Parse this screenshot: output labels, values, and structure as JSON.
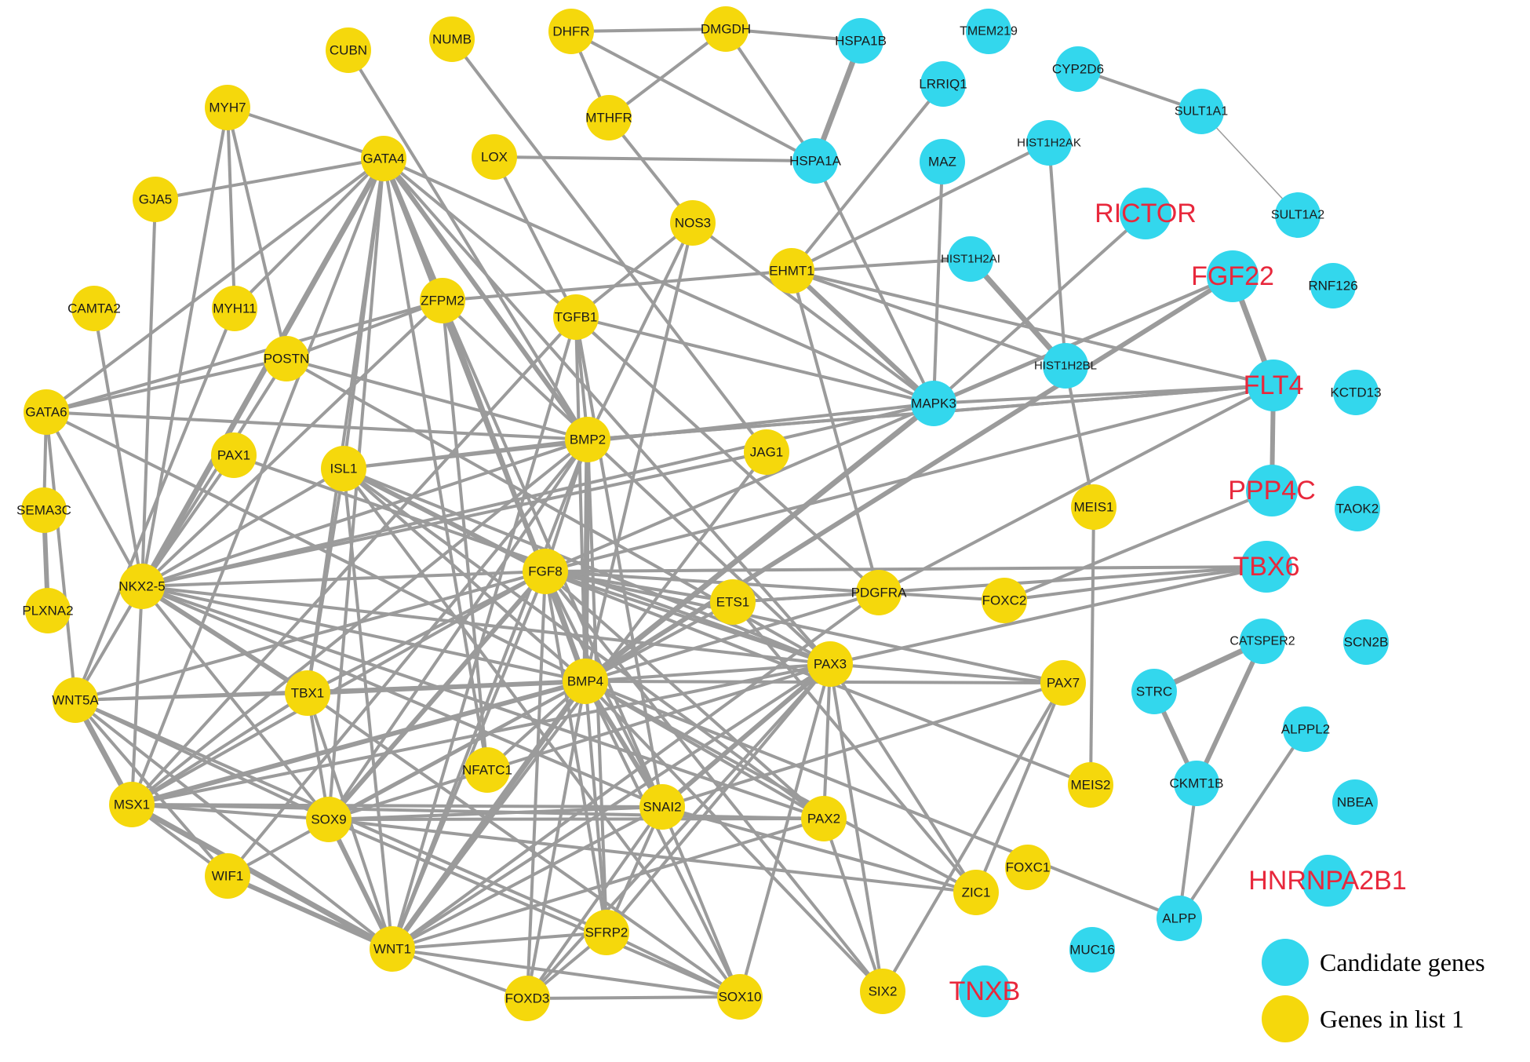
{
  "colors": {
    "candidate": "#33d7ed",
    "list1": "#f5d80c",
    "edge": "#9b9b9b",
    "highlight_text": "#e8283c",
    "normal_text": "#1a1a1a"
  },
  "legend": [
    {
      "label": "Candidate genes",
      "group": "candidate"
    },
    {
      "label": "Genes in list 1",
      "group": "list1"
    }
  ],
  "nodes": [
    {
      "id": "CUBN",
      "group": "list1"
    },
    {
      "id": "NUMB",
      "group": "list1"
    },
    {
      "id": "DHFR",
      "group": "list1"
    },
    {
      "id": "DMGDH",
      "group": "list1"
    },
    {
      "id": "HSPA1B",
      "group": "candidate"
    },
    {
      "id": "TMEM219",
      "group": "candidate"
    },
    {
      "id": "CYP2D6",
      "group": "candidate"
    },
    {
      "id": "LRRIQ1",
      "group": "candidate"
    },
    {
      "id": "SULT1A1",
      "group": "candidate"
    },
    {
      "id": "MYH7",
      "group": "list1"
    },
    {
      "id": "MTHFR",
      "group": "list1"
    },
    {
      "id": "LOX",
      "group": "list1"
    },
    {
      "id": "HSPA1A",
      "group": "candidate"
    },
    {
      "id": "MAZ",
      "group": "candidate"
    },
    {
      "id": "HIST1H2AK",
      "group": "candidate"
    },
    {
      "id": "GATA4",
      "group": "list1"
    },
    {
      "id": "GJA5",
      "group": "list1"
    },
    {
      "id": "NOS3",
      "group": "list1"
    },
    {
      "id": "RICTOR",
      "group": "candidate",
      "highlight": true
    },
    {
      "id": "SULT1A2",
      "group": "candidate"
    },
    {
      "id": "EHMT1",
      "group": "list1"
    },
    {
      "id": "HIST1H2AI",
      "group": "candidate"
    },
    {
      "id": "FGF22",
      "group": "candidate",
      "highlight": true
    },
    {
      "id": "RNF126",
      "group": "candidate"
    },
    {
      "id": "CAMTA2",
      "group": "list1"
    },
    {
      "id": "MYH11",
      "group": "list1"
    },
    {
      "id": "ZFPM2",
      "group": "list1"
    },
    {
      "id": "TGFB1",
      "group": "list1"
    },
    {
      "id": "POSTN",
      "group": "list1"
    },
    {
      "id": "HIST1H2BL",
      "group": "candidate"
    },
    {
      "id": "FLT4",
      "group": "candidate",
      "highlight": true
    },
    {
      "id": "MAPK3",
      "group": "candidate"
    },
    {
      "id": "KCTD13",
      "group": "candidate"
    },
    {
      "id": "GATA6",
      "group": "list1"
    },
    {
      "id": "BMP2",
      "group": "list1"
    },
    {
      "id": "JAG1",
      "group": "list1"
    },
    {
      "id": "PAX1",
      "group": "list1"
    },
    {
      "id": "ISL1",
      "group": "list1"
    },
    {
      "id": "PPP4C",
      "group": "candidate",
      "highlight": true
    },
    {
      "id": "MEIS1",
      "group": "list1"
    },
    {
      "id": "TAOK2",
      "group": "candidate"
    },
    {
      "id": "SEMA3C",
      "group": "list1"
    },
    {
      "id": "FGF8",
      "group": "list1"
    },
    {
      "id": "TBX6",
      "group": "candidate",
      "highlight": true
    },
    {
      "id": "NKX2-5",
      "group": "list1"
    },
    {
      "id": "ETS1",
      "group": "list1"
    },
    {
      "id": "PDGFRA",
      "group": "list1"
    },
    {
      "id": "FOXC2",
      "group": "list1"
    },
    {
      "id": "PLXNA2",
      "group": "list1"
    },
    {
      "id": "CATSPER2",
      "group": "candidate"
    },
    {
      "id": "SCN2B",
      "group": "candidate"
    },
    {
      "id": "PAX3",
      "group": "list1"
    },
    {
      "id": "STRC",
      "group": "candidate"
    },
    {
      "id": "WNT5A",
      "group": "list1"
    },
    {
      "id": "TBX1",
      "group": "list1"
    },
    {
      "id": "BMP4",
      "group": "list1"
    },
    {
      "id": "PAX7",
      "group": "list1"
    },
    {
      "id": "ALPPL2",
      "group": "candidate"
    },
    {
      "id": "NFATC1",
      "group": "list1"
    },
    {
      "id": "MEIS2",
      "group": "list1"
    },
    {
      "id": "CKMT1B",
      "group": "candidate"
    },
    {
      "id": "MSX1",
      "group": "list1"
    },
    {
      "id": "SNAI2",
      "group": "list1"
    },
    {
      "id": "SOX9",
      "group": "list1"
    },
    {
      "id": "PAX2",
      "group": "list1"
    },
    {
      "id": "NBEA",
      "group": "candidate"
    },
    {
      "id": "FOXC1",
      "group": "list1"
    },
    {
      "id": "WIF1",
      "group": "list1"
    },
    {
      "id": "HNRNPA2B1",
      "group": "candidate",
      "highlight": true
    },
    {
      "id": "ZIC1",
      "group": "list1"
    },
    {
      "id": "ALPP",
      "group": "candidate"
    },
    {
      "id": "SFRP2",
      "group": "list1"
    },
    {
      "id": "WNT1",
      "group": "list1"
    },
    {
      "id": "MUC16",
      "group": "candidate"
    },
    {
      "id": "TNXB",
      "group": "candidate",
      "highlight": true
    },
    {
      "id": "FOXD3",
      "group": "list1"
    },
    {
      "id": "SOX10",
      "group": "list1"
    },
    {
      "id": "SIX2",
      "group": "list1"
    }
  ],
  "edges": [
    [
      "DHFR",
      "DMGDH"
    ],
    [
      "DHFR",
      "MTHFR"
    ],
    [
      "DHFR",
      "HSPA1A"
    ],
    [
      "DMGDH",
      "MTHFR"
    ],
    [
      "DMGDH",
      "HSPA1B"
    ],
    [
      "DMGDH",
      "HSPA1A"
    ],
    [
      "HSPA1B",
      "HSPA1A"
    ],
    [
      "HSPA1A",
      "LOX"
    ],
    [
      "HSPA1A",
      "MAPK3"
    ],
    [
      "MTHFR",
      "NOS3"
    ],
    [
      "CYP2D6",
      "SULT1A1"
    ],
    [
      "SULT1A1",
      "SULT1A2"
    ],
    [
      "LRRIQ1",
      "EHMT1"
    ],
    [
      "HIST1H2AK",
      "EHMT1"
    ],
    [
      "HIST1H2AK",
      "HIST1H2BL"
    ],
    [
      "MAZ",
      "MAPK3"
    ],
    [
      "EHMT1",
      "HIST1H2AI"
    ],
    [
      "EHMT1",
      "MAPK3"
    ],
    [
      "EHMT1",
      "FLT4"
    ],
    [
      "EHMT1",
      "HIST1H2BL"
    ],
    [
      "EHMT1",
      "PDGFRA"
    ],
    [
      "HIST1H2AI",
      "HIST1H2BL"
    ],
    [
      "RICTOR",
      "MAPK3"
    ],
    [
      "FGF22",
      "FLT4"
    ],
    [
      "FGF22",
      "MAPK3"
    ],
    [
      "FGF22",
      "BMP4"
    ],
    [
      "FGF22",
      "FGF8"
    ],
    [
      "FLT4",
      "PPP4C"
    ],
    [
      "FLT4",
      "MAPK3"
    ],
    [
      "FLT4",
      "BMP2"
    ],
    [
      "FLT4",
      "PDGFRA"
    ],
    [
      "FLT4",
      "FGF8"
    ],
    [
      "HIST1H2BL",
      "MEIS1"
    ],
    [
      "MEIS1",
      "MEIS2"
    ],
    [
      "MAPK3",
      "BMP4"
    ],
    [
      "MAPK3",
      "TGFB1"
    ],
    [
      "MAPK3",
      "NOS3"
    ],
    [
      "MAPK3",
      "ISL1"
    ],
    [
      "MAPK3",
      "NKX2-5"
    ],
    [
      "TBX6",
      "FGF8"
    ],
    [
      "TBX6",
      "PAX3"
    ],
    [
      "TBX6",
      "ETS1"
    ],
    [
      "TBX6",
      "FOXC2"
    ],
    [
      "PPP4C",
      "FOXC2"
    ],
    [
      "CATSPER2",
      "STRC"
    ],
    [
      "CATSPER2",
      "CKMT1B"
    ],
    [
      "STRC",
      "CKMT1B"
    ],
    [
      "CKMT1B",
      "ALPP"
    ],
    [
      "ALPPL2",
      "ALPP"
    ],
    [
      "ALPP",
      "BMP4"
    ],
    [
      "MYH7",
      "GATA4"
    ],
    [
      "MYH7",
      "MYH11"
    ],
    [
      "MYH7",
      "POSTN"
    ],
    [
      "MYH7",
      "NKX2-5"
    ],
    [
      "GJA5",
      "GATA4"
    ],
    [
      "GJA5",
      "NKX2-5"
    ],
    [
      "CUBN",
      "BMP2"
    ],
    [
      "NUMB",
      "JAG1"
    ],
    [
      "LOX",
      "TGFB1"
    ],
    [
      "NOS3",
      "TGFB1"
    ],
    [
      "NOS3",
      "BMP2"
    ],
    [
      "NOS3",
      "BMP4"
    ],
    [
      "GATA4",
      "ZFPM2"
    ],
    [
      "GATA4",
      "TGFB1"
    ],
    [
      "GATA4",
      "BMP2"
    ],
    [
      "GATA4",
      "BMP4"
    ],
    [
      "GATA4",
      "NKX2-5"
    ],
    [
      "GATA4",
      "GATA6"
    ],
    [
      "GATA4",
      "ISL1"
    ],
    [
      "GATA4",
      "TBX1"
    ],
    [
      "GATA4",
      "FGF8"
    ],
    [
      "GATA4",
      "MAPK3"
    ],
    [
      "GATA4",
      "MSX1"
    ],
    [
      "GATA4",
      "SOX9"
    ],
    [
      "GATA4",
      "PAX3"
    ],
    [
      "GATA4",
      "MYH11"
    ],
    [
      "GATA4",
      "NFATC1"
    ],
    [
      "CAMTA2",
      "NKX2-5"
    ],
    [
      "MYH11",
      "WNT5A"
    ],
    [
      "ZFPM2",
      "GATA6"
    ],
    [
      "ZFPM2",
      "EHMT1"
    ],
    [
      "ZFPM2",
      "NKX2-5"
    ],
    [
      "ZFPM2",
      "BMP4"
    ],
    [
      "ZFPM2",
      "SNAI2"
    ],
    [
      "ZFPM2",
      "PAX3"
    ],
    [
      "ZFPM2",
      "NFATC1"
    ],
    [
      "TGFB1",
      "BMP2"
    ],
    [
      "TGFB1",
      "BMP4"
    ],
    [
      "TGFB1",
      "PDGFRA"
    ],
    [
      "TGFB1",
      "MSX1"
    ],
    [
      "TGFB1",
      "SNAI2"
    ],
    [
      "TGFB1",
      "WNT1"
    ],
    [
      "POSTN",
      "GATA6"
    ],
    [
      "POSTN",
      "BMP2"
    ],
    [
      "POSTN",
      "ZFPM2"
    ],
    [
      "POSTN",
      "NKX2-5"
    ],
    [
      "POSTN",
      "PAX3"
    ],
    [
      "GATA6",
      "SEMA3C"
    ],
    [
      "GATA6",
      "NKX2-5"
    ],
    [
      "GATA6",
      "BMP2"
    ],
    [
      "GATA6",
      "WNT5A"
    ],
    [
      "GATA6",
      "BMP4"
    ],
    [
      "SEMA3C",
      "PLXNA2"
    ],
    [
      "BMP2",
      "BMP4"
    ],
    [
      "BMP2",
      "FGF8"
    ],
    [
      "BMP2",
      "NKX2-5"
    ],
    [
      "BMP2",
      "MSX1"
    ],
    [
      "BMP2",
      "SOX9"
    ],
    [
      "BMP2",
      "WNT1"
    ],
    [
      "BMP2",
      "ISL1"
    ],
    [
      "BMP2",
      "SFRP2"
    ],
    [
      "BMP2",
      "FLT4"
    ],
    [
      "BMP2",
      "WIF1"
    ],
    [
      "JAG1",
      "NKX2-5"
    ],
    [
      "JAG1",
      "WNT1"
    ],
    [
      "PAX1",
      "NKX2-5"
    ],
    [
      "PAX1",
      "PAX3"
    ],
    [
      "ISL1",
      "NKX2-5"
    ],
    [
      "ISL1",
      "FGF8"
    ],
    [
      "ISL1",
      "BMP4"
    ],
    [
      "ISL1",
      "TBX1"
    ],
    [
      "ISL1",
      "SOX10"
    ],
    [
      "ISL1",
      "WNT1"
    ],
    [
      "ISL1",
      "PAX2"
    ],
    [
      "ISL1",
      "PAX3"
    ],
    [
      "FGF8",
      "BMP4"
    ],
    [
      "FGF8",
      "TBX1"
    ],
    [
      "FGF8",
      "NKX2-5"
    ],
    [
      "FGF8",
      "SOX9"
    ],
    [
      "FGF8",
      "WNT1"
    ],
    [
      "FGF8",
      "PAX3"
    ],
    [
      "FGF8",
      "PAX2"
    ],
    [
      "FGF8",
      "MSX1"
    ],
    [
      "FGF8",
      "ETS1"
    ],
    [
      "FGF8",
      "SFRP2"
    ],
    [
      "FGF8",
      "SNAI2"
    ],
    [
      "FGF8",
      "SIX2"
    ],
    [
      "FGF8",
      "PAX7"
    ],
    [
      "FGF8",
      "FOXD3"
    ],
    [
      "FGF8",
      "MEIS2"
    ],
    [
      "FGF8",
      "FOXC2"
    ],
    [
      "FGF8",
      "WNT5A"
    ],
    [
      "NKX2-5",
      "TBX1"
    ],
    [
      "NKX2-5",
      "BMP4"
    ],
    [
      "NKX2-5",
      "WNT5A"
    ],
    [
      "NKX2-5",
      "MSX1"
    ],
    [
      "NKX2-5",
      "SOX9"
    ],
    [
      "NKX2-5",
      "SNAI2"
    ],
    [
      "NKX2-5",
      "PAX3"
    ],
    [
      "NKX2-5",
      "PAX2"
    ],
    [
      "ETS1",
      "BMP4"
    ],
    [
      "ETS1",
      "ZIC1"
    ],
    [
      "ETS1",
      "PDGFRA"
    ],
    [
      "PDGFRA",
      "BMP4"
    ],
    [
      "PDGFRA",
      "WNT1"
    ],
    [
      "PAX3",
      "BMP4"
    ],
    [
      "PAX3",
      "SNAI2"
    ],
    [
      "PAX3",
      "SOX10"
    ],
    [
      "PAX3",
      "SIX2"
    ],
    [
      "PAX3",
      "PAX7"
    ],
    [
      "PAX3",
      "ZIC1"
    ],
    [
      "PAX3",
      "MSX1"
    ],
    [
      "PAX3",
      "WNT1"
    ],
    [
      "PAX3",
      "SFRP2"
    ],
    [
      "PAX3",
      "FOXD3"
    ],
    [
      "PAX3",
      "PAX2"
    ],
    [
      "PAX3",
      "SOX9"
    ],
    [
      "WNT5A",
      "TBX1"
    ],
    [
      "WNT5A",
      "BMP4"
    ],
    [
      "WNT5A",
      "MSX1"
    ],
    [
      "WNT5A",
      "SOX9"
    ],
    [
      "WNT5A",
      "WNT1"
    ],
    [
      "WNT5A",
      "WIF1"
    ],
    [
      "WNT5A",
      "SFRP2"
    ],
    [
      "TBX1",
      "BMP4"
    ],
    [
      "TBX1",
      "SOX9"
    ],
    [
      "TBX1",
      "MSX1"
    ],
    [
      "TBX1",
      "WNT1"
    ],
    [
      "BMP4",
      "MSX1"
    ],
    [
      "BMP4",
      "SOX9"
    ],
    [
      "BMP4",
      "SNAI2"
    ],
    [
      "BMP4",
      "PAX2"
    ],
    [
      "BMP4",
      "WNT1"
    ],
    [
      "BMP4",
      "SFRP2"
    ],
    [
      "BMP4",
      "SOX10"
    ],
    [
      "BMP4",
      "FOXD3"
    ],
    [
      "BMP4",
      "SIX2"
    ],
    [
      "BMP4",
      "PAX7"
    ],
    [
      "BMP4",
      "ZIC1"
    ],
    [
      "BMP4",
      "NFATC1"
    ],
    [
      "BMP4",
      "WIF1"
    ],
    [
      "PAX7",
      "SNAI2"
    ],
    [
      "PAX7",
      "SIX2"
    ],
    [
      "PAX7",
      "ZIC1"
    ],
    [
      "MSX1",
      "SOX9"
    ],
    [
      "MSX1",
      "WNT1"
    ],
    [
      "MSX1",
      "SNAI2"
    ],
    [
      "MSX1",
      "WIF1"
    ],
    [
      "SNAI2",
      "SOX9"
    ],
    [
      "SNAI2",
      "SOX10"
    ],
    [
      "SNAI2",
      "FOXD3"
    ],
    [
      "SNAI2",
      "SFRP2"
    ],
    [
      "SNAI2",
      "WNT1"
    ],
    [
      "SNAI2",
      "ZIC1"
    ],
    [
      "SOX9",
      "WNT1"
    ],
    [
      "SOX9",
      "SOX10"
    ],
    [
      "SOX9",
      "PAX2"
    ],
    [
      "PAX2",
      "SIX2"
    ],
    [
      "PAX2",
      "WNT1"
    ],
    [
      "WIF1",
      "WNT1"
    ],
    [
      "WNT1",
      "SFRP2"
    ],
    [
      "WNT1",
      "SOX10"
    ],
    [
      "WNT1",
      "FOXD3"
    ],
    [
      "SFRP2",
      "FOXD3"
    ],
    [
      "SFRP2",
      "SOX10"
    ],
    [
      "FOXD3",
      "SOX10"
    ],
    [
      "MSX1",
      "PAX2"
    ],
    [
      "SOX9",
      "ZIC1"
    ],
    [
      "TBX1",
      "SOX10"
    ]
  ]
}
